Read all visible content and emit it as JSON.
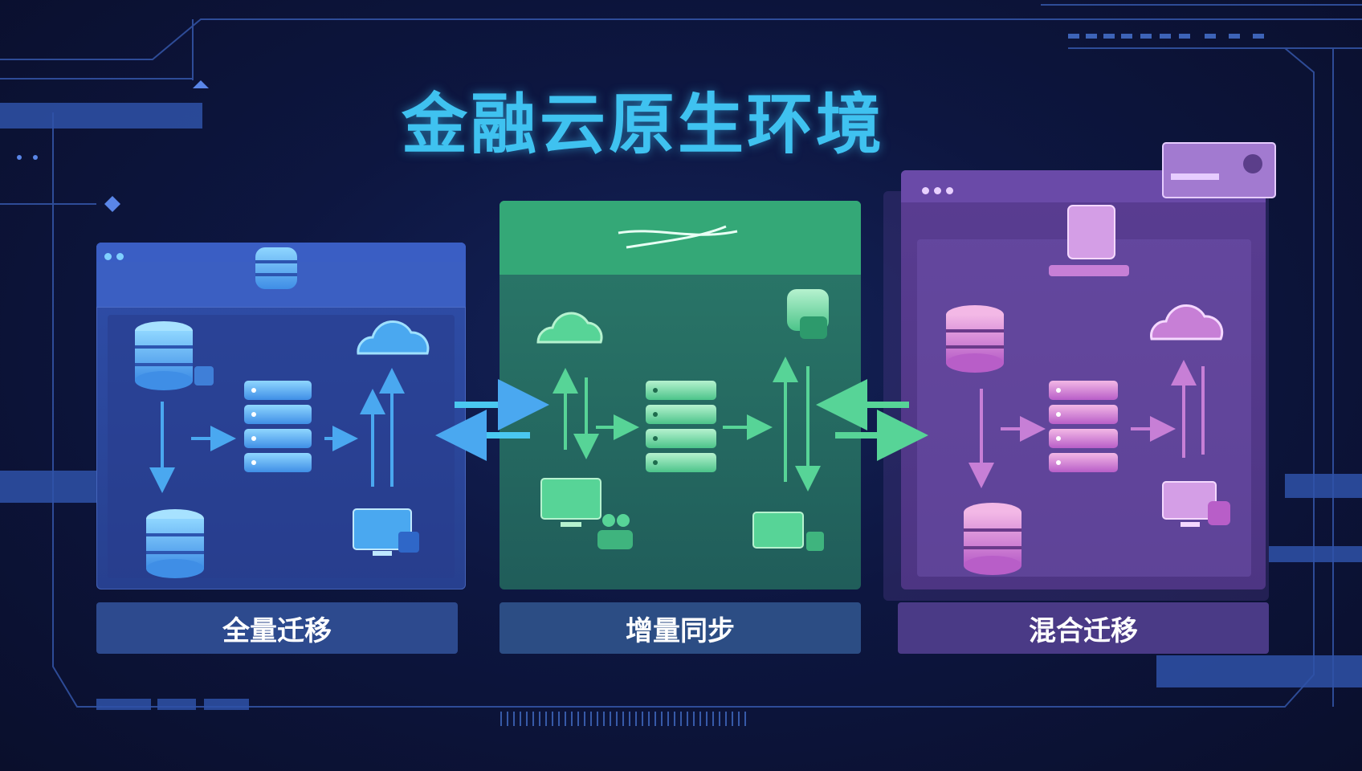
{
  "title": "金融云原生环境",
  "panels": [
    {
      "label": "全量迁移",
      "color": "#3b5fc2"
    },
    {
      "label": "增量同步",
      "color": "#34a877"
    },
    {
      "label": "混合迁移",
      "color": "#6a4aa8"
    }
  ],
  "colors": {
    "background": "#0d1640",
    "title": "#3fc2f0",
    "blue_accent": "#4aa8f0",
    "green_accent": "#57d497",
    "purple_accent": "#c77fd6"
  }
}
